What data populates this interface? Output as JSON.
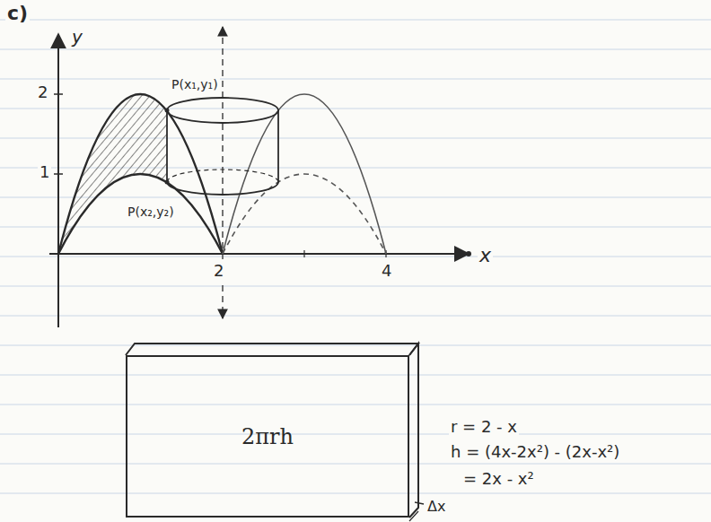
{
  "diagram": {
    "nodes": [
      {
        "text": [
          "2πrh"
        ]
      }
    ],
    "labels": [
      "c)",
      "y",
      "2",
      "1",
      "x",
      "2",
      "4",
      "P(x₁,y₁)",
      "P(x₂,y₂)",
      "Δx",
      "r = 2 - x",
      "h = (4x-2x²) - (2x-x²)",
      "= 2x - x²"
    ]
  }
}
